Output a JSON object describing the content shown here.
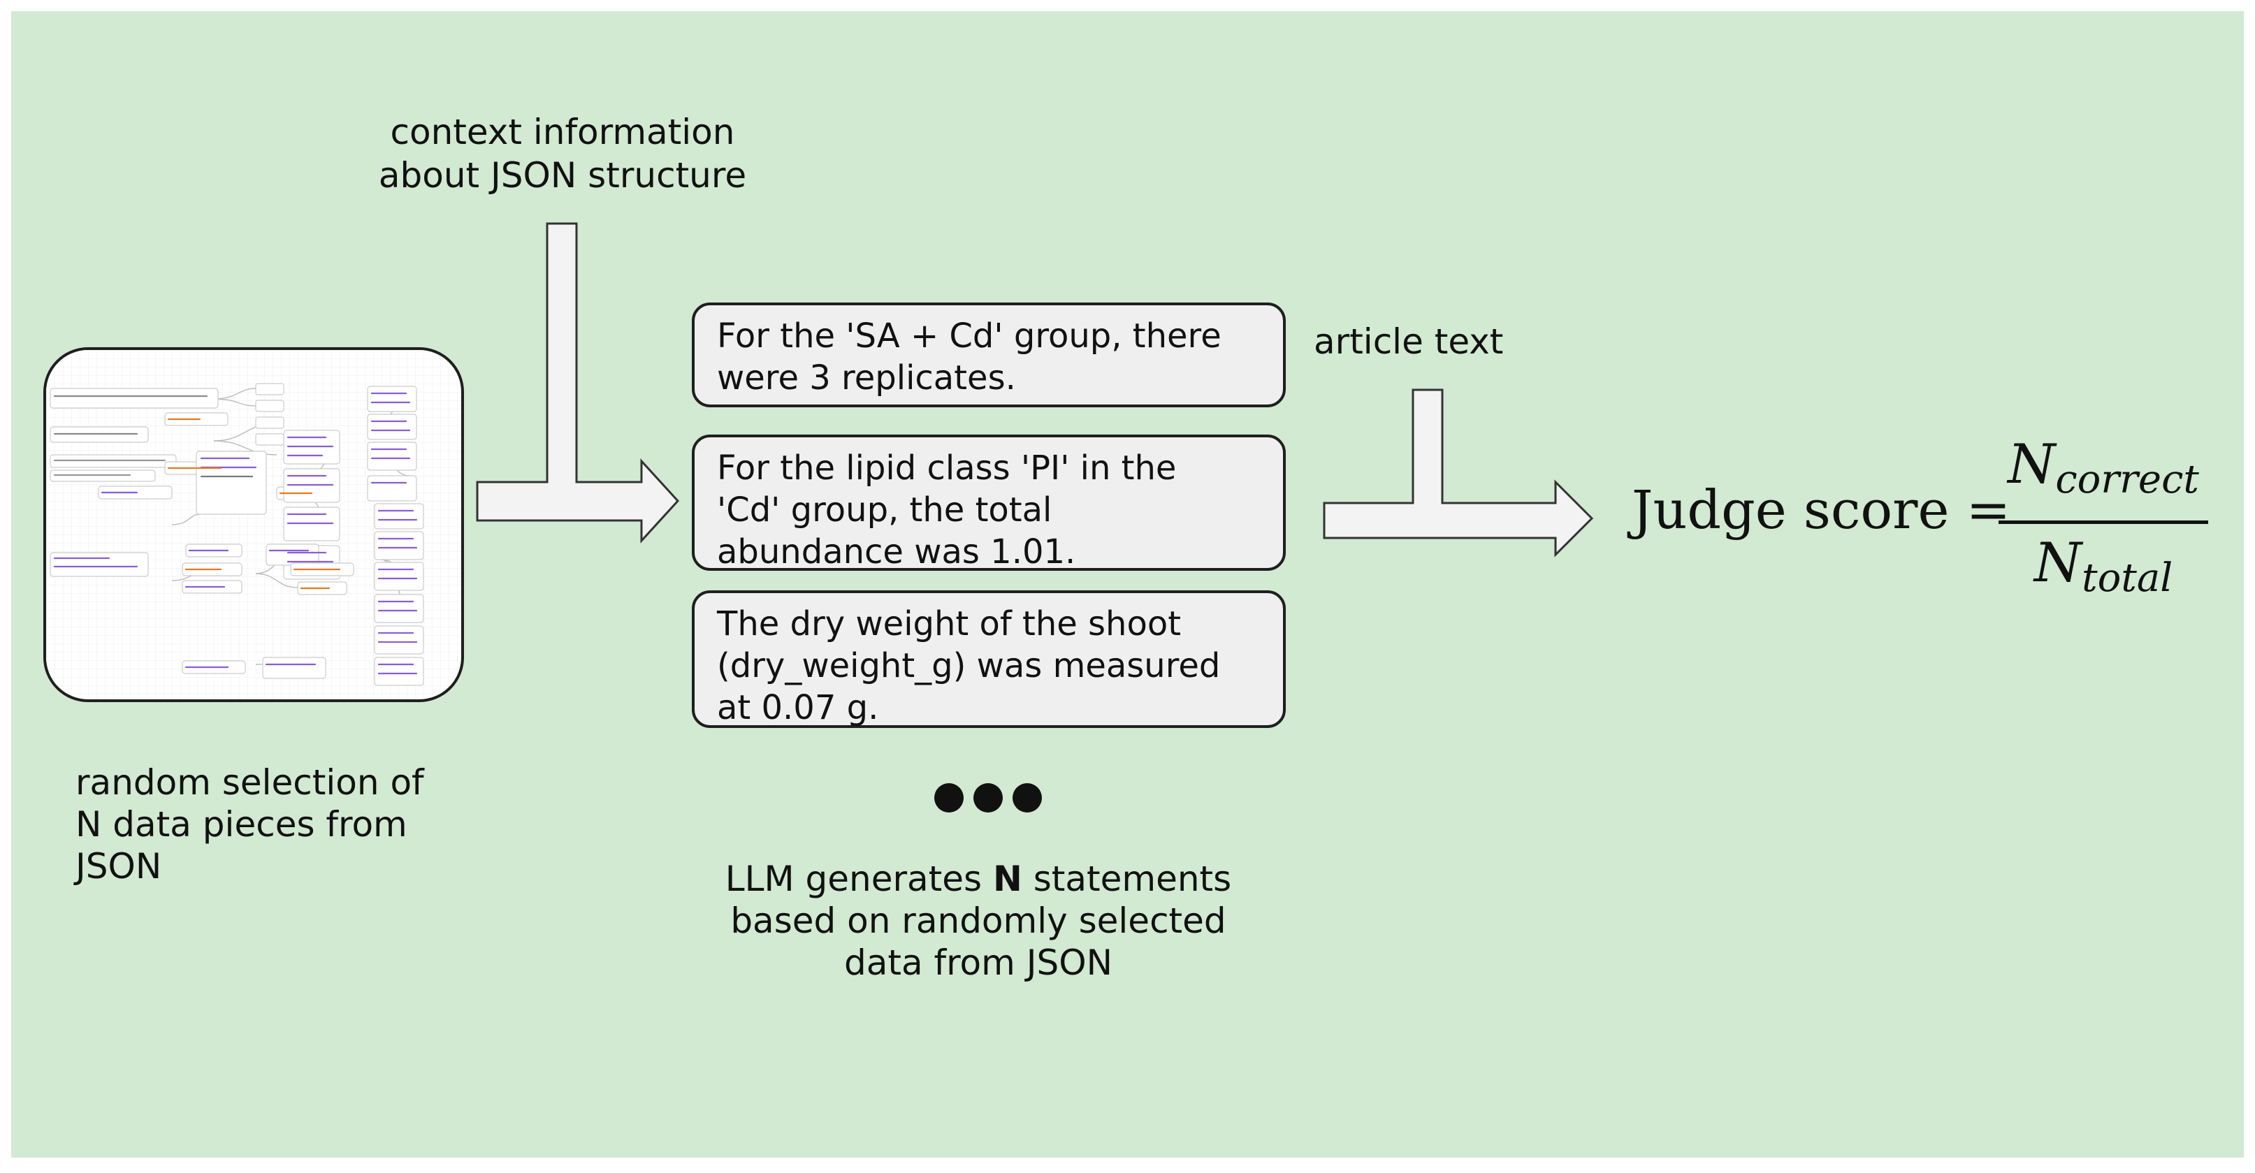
{
  "diagram": {
    "context_label_line1": "context information",
    "context_label_line2": "about JSON structure",
    "random_label_line1": "random selection of",
    "random_label_line2": "N data pieces from",
    "random_label_line3": "JSON",
    "article_label": "article text",
    "statements": [
      {
        "line1": "For the 'SA + Cd' group, there",
        "line2": "were 3 replicates.",
        "line3": ""
      },
      {
        "line1": "For the lipid class 'PI' in the",
        "line2": "'Cd' group, the total",
        "line3": "abundance was 1.01."
      },
      {
        "line1": "The dry weight of the shoot",
        "line2": "(dry_weight_g) was measured",
        "line3": "at 0.07 g."
      }
    ],
    "llm_label": {
      "prefix": "LLM generates ",
      "bold": "N",
      "suffix": " statements",
      "line2": "based on randomly selected",
      "line3": "data from JSON"
    },
    "formula": {
      "lhs": "Judge score =",
      "numerator": "N",
      "numerator_sub": "correct",
      "denominator": "N",
      "denominator_sub": "total"
    }
  }
}
